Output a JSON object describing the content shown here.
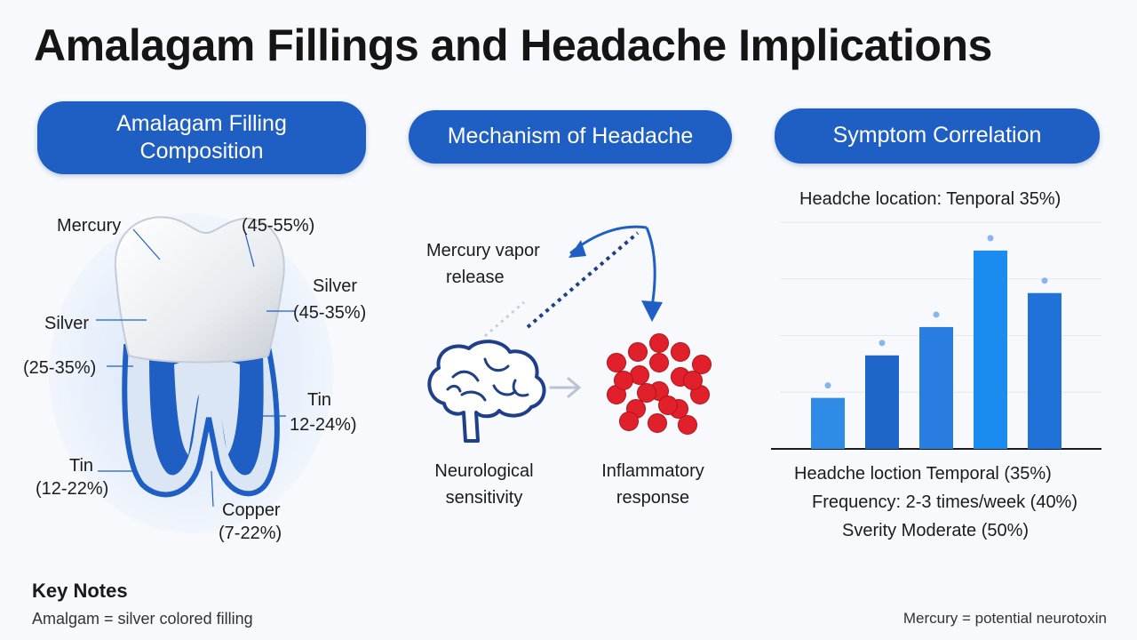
{
  "title": "Amalagam Fillings and Headache Implications",
  "panels": {
    "composition": {
      "heading_line1": "Amalagam Filling",
      "heading_line2": "Composition",
      "labels": {
        "mercury": "Mercury",
        "mercury_pct": "(45-55%)",
        "silver_right": "Silver",
        "silver_right_pct": "(45-35%)",
        "silver_left": "Silver",
        "silver_left_pct": "(25-35%)",
        "tin_right": "Tin",
        "tin_right_pct": "12-24%)",
        "tin_left": "Tin",
        "tin_left_pct": "(12-22%)",
        "copper": "Copper",
        "copper_pct": "(7-22%)"
      },
      "colors": {
        "enamel": "#eef0f3",
        "core": "#1f5fc4",
        "root_fill": "#dbe6f5"
      }
    },
    "mechanism": {
      "heading": "Mechanism of Headache",
      "vapor_line1": "Mercury vapor",
      "vapor_line2": "release",
      "neuro_line1": "Neurological",
      "neuro_line2": "sensitivity",
      "inflam_line1": "Inflammatory",
      "inflam_line2": "response",
      "icons": [
        "brain-icon",
        "red-blood-cells-icon",
        "arrow-icon"
      ],
      "colors": {
        "arrow": "#1f5fc4",
        "cells": "#e0202a",
        "brain": "#1f3f8a"
      }
    },
    "symptoms": {
      "heading": "Symptom Correlation",
      "chart_caption": "Headche location: Tenporal 35%)",
      "stat1": "Headche loction Temporal (35%)",
      "stat2": "Frequency: 2-3 times/week (40%)",
      "stat3": "Sverity Moderate (50%)"
    }
  },
  "chart_data": {
    "type": "bar",
    "title": "Headche location: Tenporal 35%)",
    "values": [
      18,
      33,
      43,
      70,
      55
    ],
    "ylim": [
      0,
      80
    ],
    "grid": true,
    "axes_labels_shown": false,
    "bar_colors": [
      "#2f8be6",
      "#1f66c9",
      "#2a7de0",
      "#1a8cf0",
      "#2071d8"
    ]
  },
  "key_notes": {
    "heading": "Key Notes",
    "left": "Amalgam = silver colored filling",
    "right": "Mercury = potential neurotoxin"
  }
}
